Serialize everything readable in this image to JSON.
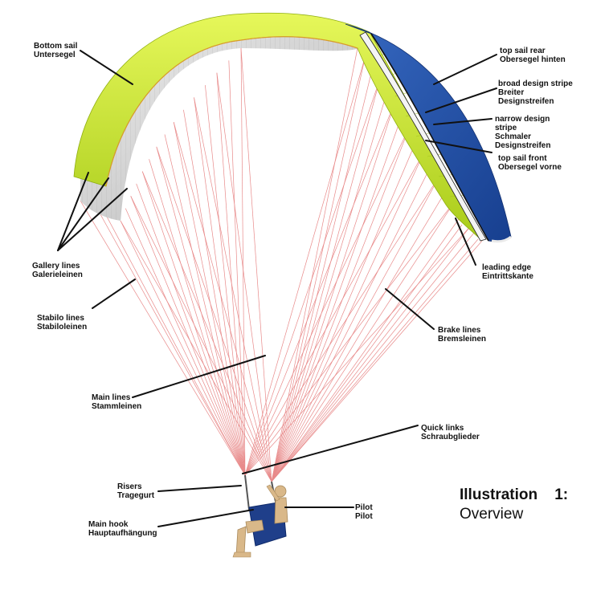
{
  "labels": {
    "bottom_sail": [
      "Bottom sail",
      "Untersegel"
    ],
    "top_sail_rear": [
      "top sail rear",
      "Obersegel hinten"
    ],
    "broad_stripe": [
      "broad design stripe",
      "Breiter",
      "Designstreifen"
    ],
    "narrow_stripe": [
      "narrow design",
      "stripe",
      "Schmaler",
      "Designstreifen"
    ],
    "top_sail_front": [
      "top sail front",
      "Obersegel vorne"
    ],
    "leading_edge": [
      "leading edge",
      "Eintrittskante"
    ],
    "gallery_lines": [
      "Gallery lines",
      "Galerieleinen"
    ],
    "stabilo_lines": [
      "Stabilo lines",
      "Stabiloleinen"
    ],
    "brake_lines": [
      "Brake lines",
      "Bremsleinen"
    ],
    "main_lines": [
      "Main lines",
      "Stammleinen"
    ],
    "quick_links": [
      "Quick links",
      "Schraubglieder"
    ],
    "risers": [
      "Risers",
      "Tragegurt"
    ],
    "main_hook": [
      "Main hook",
      "Hauptaufhängung"
    ],
    "pilot": [
      "Pilot",
      "Pilot"
    ]
  },
  "caption": {
    "title": "Illustration    1:",
    "subtitle": "Overview"
  },
  "colors": {
    "top_sail_front": "#c8e629",
    "top_sail_rear": "#1f4fa6",
    "bottom_sail": "#cfcfcf",
    "lines": "#e88a8a",
    "harness": "#1f3f8a",
    "pilot_body": "#d9b889"
  }
}
